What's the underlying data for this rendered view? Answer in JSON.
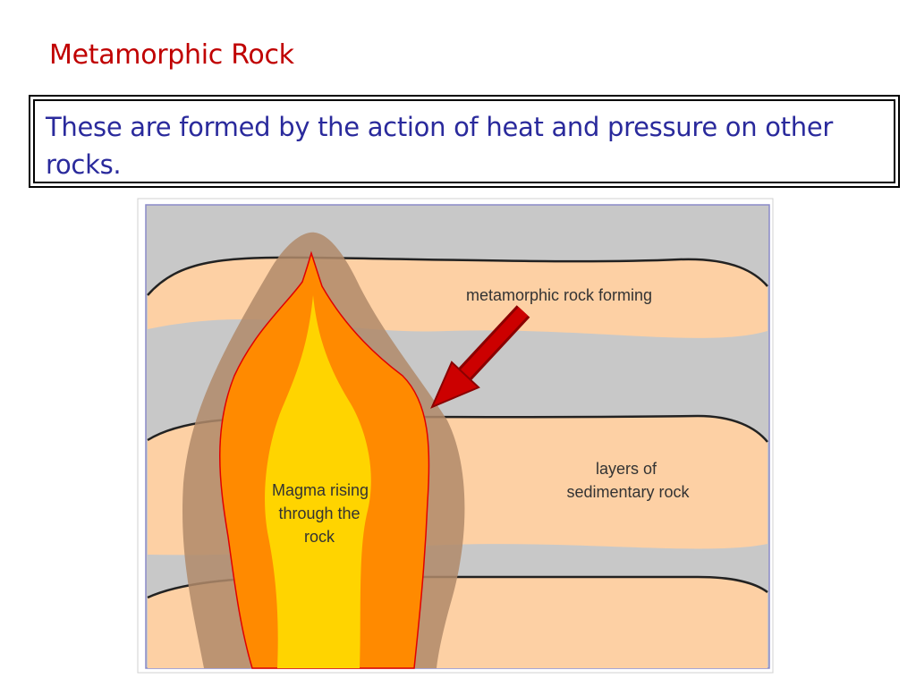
{
  "slide": {
    "title": "Metamorphic Rock",
    "description": "These are formed by the action of heat and pressure on other rocks."
  },
  "diagram": {
    "labels": {
      "metamorphic": "metamorphic rock forming",
      "layers_line1": "layers of",
      "layers_line2": "sedimentary rock",
      "magma_line1": "Magma rising",
      "magma_line2": "through the",
      "magma_line3": "rock"
    },
    "colors": {
      "grey_layer": "#c8c8c8",
      "sand_layer": "#fdd0a4",
      "metamorphic_zone": "#b0896a",
      "magma_outer": "#ff8a00",
      "magma_inner": "#ffd400",
      "arrow": "#cc0000"
    }
  }
}
